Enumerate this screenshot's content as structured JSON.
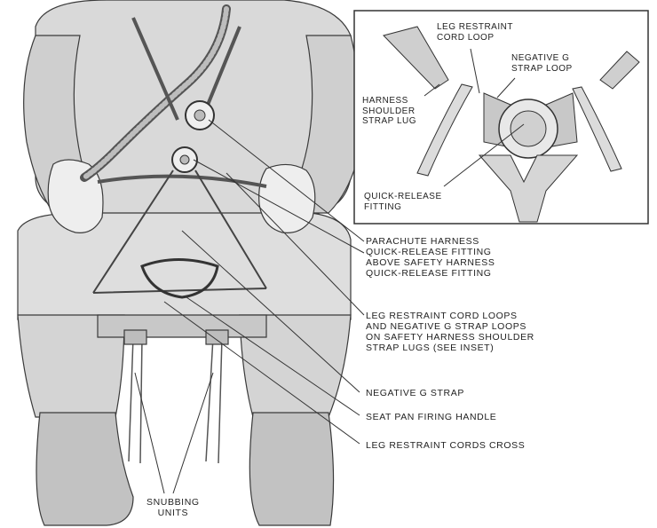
{
  "diagram": {
    "inset": {
      "labels": {
        "leg_restraint_cord_loop": "LEG RESTRAINT\nCORD LOOP",
        "negative_g_strap_loop": "NEGATIVE G\nSTRAP LOOP",
        "harness_shoulder_strap_lug": "HARNESS\nSHOULDER\nSTRAP LUG",
        "quick_release_fitting": "QUICK-RELEASE\nFITTING"
      }
    },
    "callouts": {
      "parachute_harness": "PARACHUTE HARNESS\nQUICK-RELEASE FITTING\nABOVE SAFETY HARNESS\nQUICK-RELEASE FITTING",
      "leg_restraint_loops": "LEG RESTRAINT CORD LOOPS\nAND NEGATIVE G STRAP LOOPS\nON SAFETY HARNESS SHOULDER\nSTRAP LUGS (SEE INSET)",
      "negative_g_strap": "NEGATIVE G STRAP",
      "seat_pan_firing_handle": "SEAT PAN FIRING HANDLE",
      "leg_restraint_cords_cross": "LEG RESTRAINT CORDS CROSS",
      "snubbing_units": "SNUBBING\nUNITS"
    },
    "colors": {
      "ink": "#2a2a2a",
      "shade": "#d6d6d6",
      "light_shade": "#e6e6e6",
      "paper": "#ffffff"
    }
  }
}
